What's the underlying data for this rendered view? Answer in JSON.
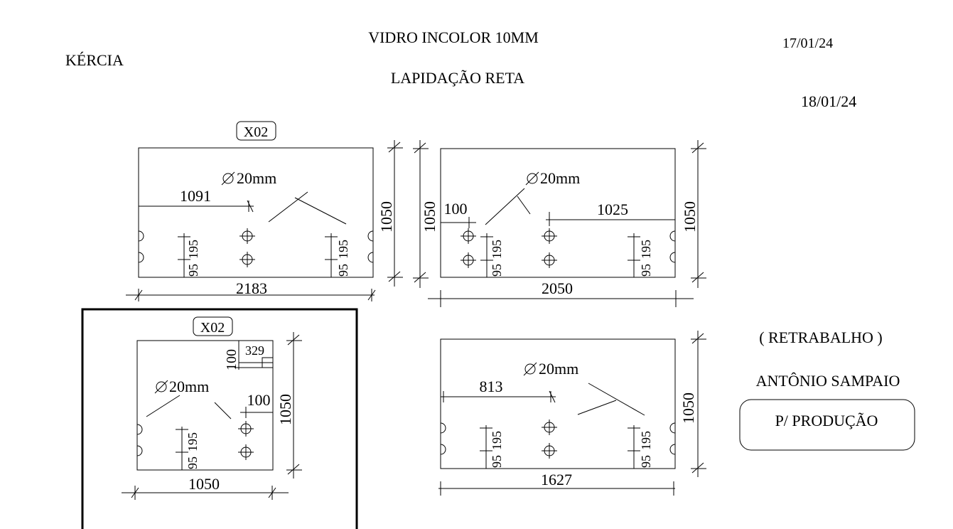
{
  "header": {
    "client": "KÉRCIA",
    "glass": "VIDRO INCOLOR 10MM",
    "finish": "LAPIDAÇÃO RETA",
    "date_1": "17/01/24",
    "date_2": "18/01/24"
  },
  "notes": {
    "rework": "( RETRABALHO )",
    "person": "ANTÔNIO SAMPAIO",
    "destination": "P/ PRODUÇÃO"
  },
  "pieces": [
    {
      "tag": "X02",
      "width": "2183",
      "height": "1050",
      "hole_diameter": "20mm",
      "offset_horizontal": "1091",
      "hole_gap_a": "95",
      "hole_gap_b": "195",
      "hole_gap_c": "95",
      "hole_gap_d": "195"
    },
    {
      "width": "2050",
      "height_left": "1050",
      "height_right": "1050",
      "hole_diameter": "20mm",
      "edge_offset": "100",
      "offset_horizontal": "1025",
      "hole_gap_a": "95",
      "hole_gap_b": "195",
      "hole_gap_c": "95",
      "hole_gap_d": "195"
    },
    {
      "tag": "X02",
      "width": "1050",
      "height": "1050",
      "hole_diameter": "20mm",
      "notch_height": "100",
      "notch_width": "329",
      "edge_offset": "100",
      "hole_gap_a": "95",
      "hole_gap_b": "195"
    },
    {
      "width": "1627",
      "height": "1050",
      "hole_diameter": "20mm",
      "offset_horizontal": "813",
      "hole_gap_a": "95",
      "hole_gap_b": "195",
      "hole_gap_c": "95",
      "hole_gap_d": "195"
    }
  ]
}
